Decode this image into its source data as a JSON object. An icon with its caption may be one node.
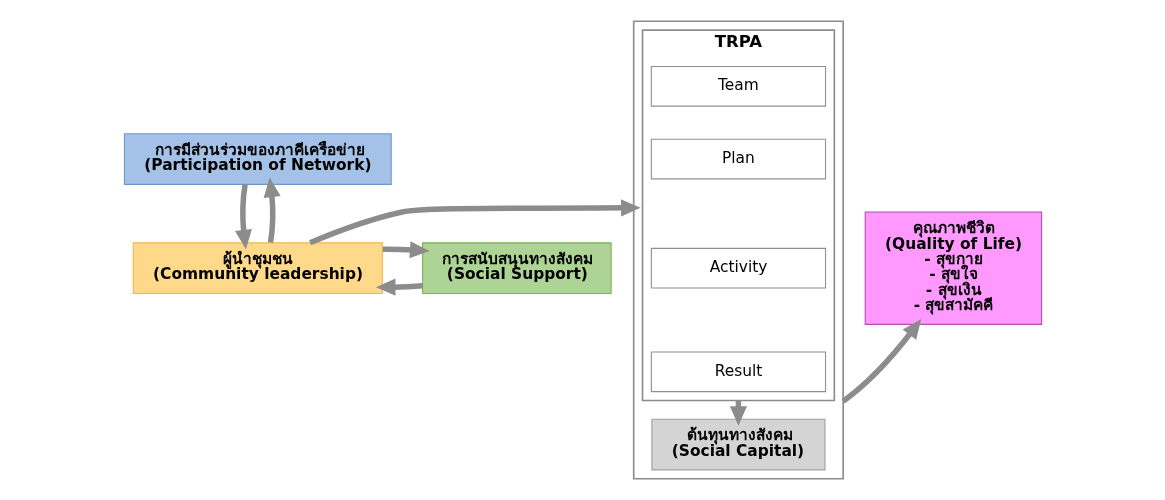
{
  "diagram": {
    "nodes": [
      {
        "text": [
          "การมีส่วนร่วมของภาคีเครือข่าย",
          "(Participation of Network)"
        ]
      },
      {
        "text": [
          "ผู้นำชุมชน",
          "(Community leadership)"
        ]
      },
      {
        "text": [
          "การสนับสนุนทางสังคม",
          "(Social Support)"
        ]
      },
      {
        "text": [],
        "shape": "box"
      },
      {
        "text": [
          "TRPA"
        ],
        "in": 3
      },
      {
        "text": [
          "Team"
        ],
        "in": 4
      },
      {
        "text": [
          "Plan"
        ],
        "in": 4
      },
      {
        "text": [
          "Activity"
        ],
        "in": 4
      },
      {
        "text": [
          "Result"
        ],
        "in": 4
      },
      {
        "text": [
          "ต้นทุนทางสังคม",
          "(Social Capital)"
        ],
        "in": 3
      },
      {
        "text": [
          "คุณภาพชีวิต",
          "(Quality of Life)",
          "- สุขกาย",
          "- สุขใจ",
          "- สุขเงิน",
          "- สุขสามัคคี"
        ]
      }
    ],
    "edges": [
      {
        "from": 0,
        "to": 1,
        "arrow": "to"
      },
      {
        "from": 1,
        "to": 0,
        "arrow": "to"
      },
      {
        "from": 2,
        "to": 1,
        "arrow": "to"
      },
      {
        "from": 1,
        "to": 2,
        "arrow": "to"
      },
      {
        "from": 1,
        "to": 3,
        "arrow": "to"
      },
      {
        "from": 4,
        "to": 9,
        "arrow": "to"
      },
      {
        "from": 3,
        "to": 10,
        "arrow": "to"
      }
    ]
  }
}
